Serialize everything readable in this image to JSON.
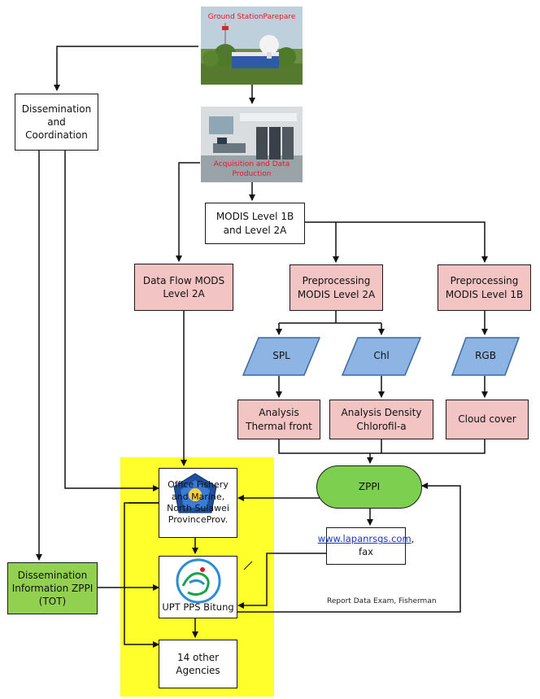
{
  "nodes": {
    "ground_station": "Ground StationParepare",
    "acquisition": "Acquisition and Data Production",
    "dissemination_coordination": "Dissemination and Coordination",
    "modis_level": "MODIS Level 1B and Level 2A",
    "data_flow": "Data Flow MODS Level 2A",
    "preprocessing_2a": "Preprocessing MODIS Level 2A",
    "preprocessing_1b": "Preprocessing MODIS Level 1B",
    "spl": "SPL",
    "chl": "Chl",
    "rgb": "RGB",
    "analysis_thermal": "Analysis Thermal front",
    "analysis_density": "Analysis Density Chlorofil-a",
    "cloud_cover": "Cloud cover",
    "zppi": "ZPPI",
    "office_fishery": "Office Fishery and Marine, North Sulawei ProvinceProv.",
    "website_link": "www.lapanrsgs.com",
    "website_suffix": ", fax",
    "upt_pps": "UPT PPS Bitung",
    "dissemination_info": "Dissemination Information ZPPI (TOT)",
    "other_agencies": "14 other Agencies",
    "report_data": "Report Data Exam, Fisherman"
  },
  "colors": {
    "pink": "#f2c4c4",
    "blue_para": "#8db4e2",
    "green_zppi": "#7ccf4f",
    "yellow_zone": "#ffff2b",
    "link": "#1a35c7",
    "photo_label": "#e8162a"
  }
}
